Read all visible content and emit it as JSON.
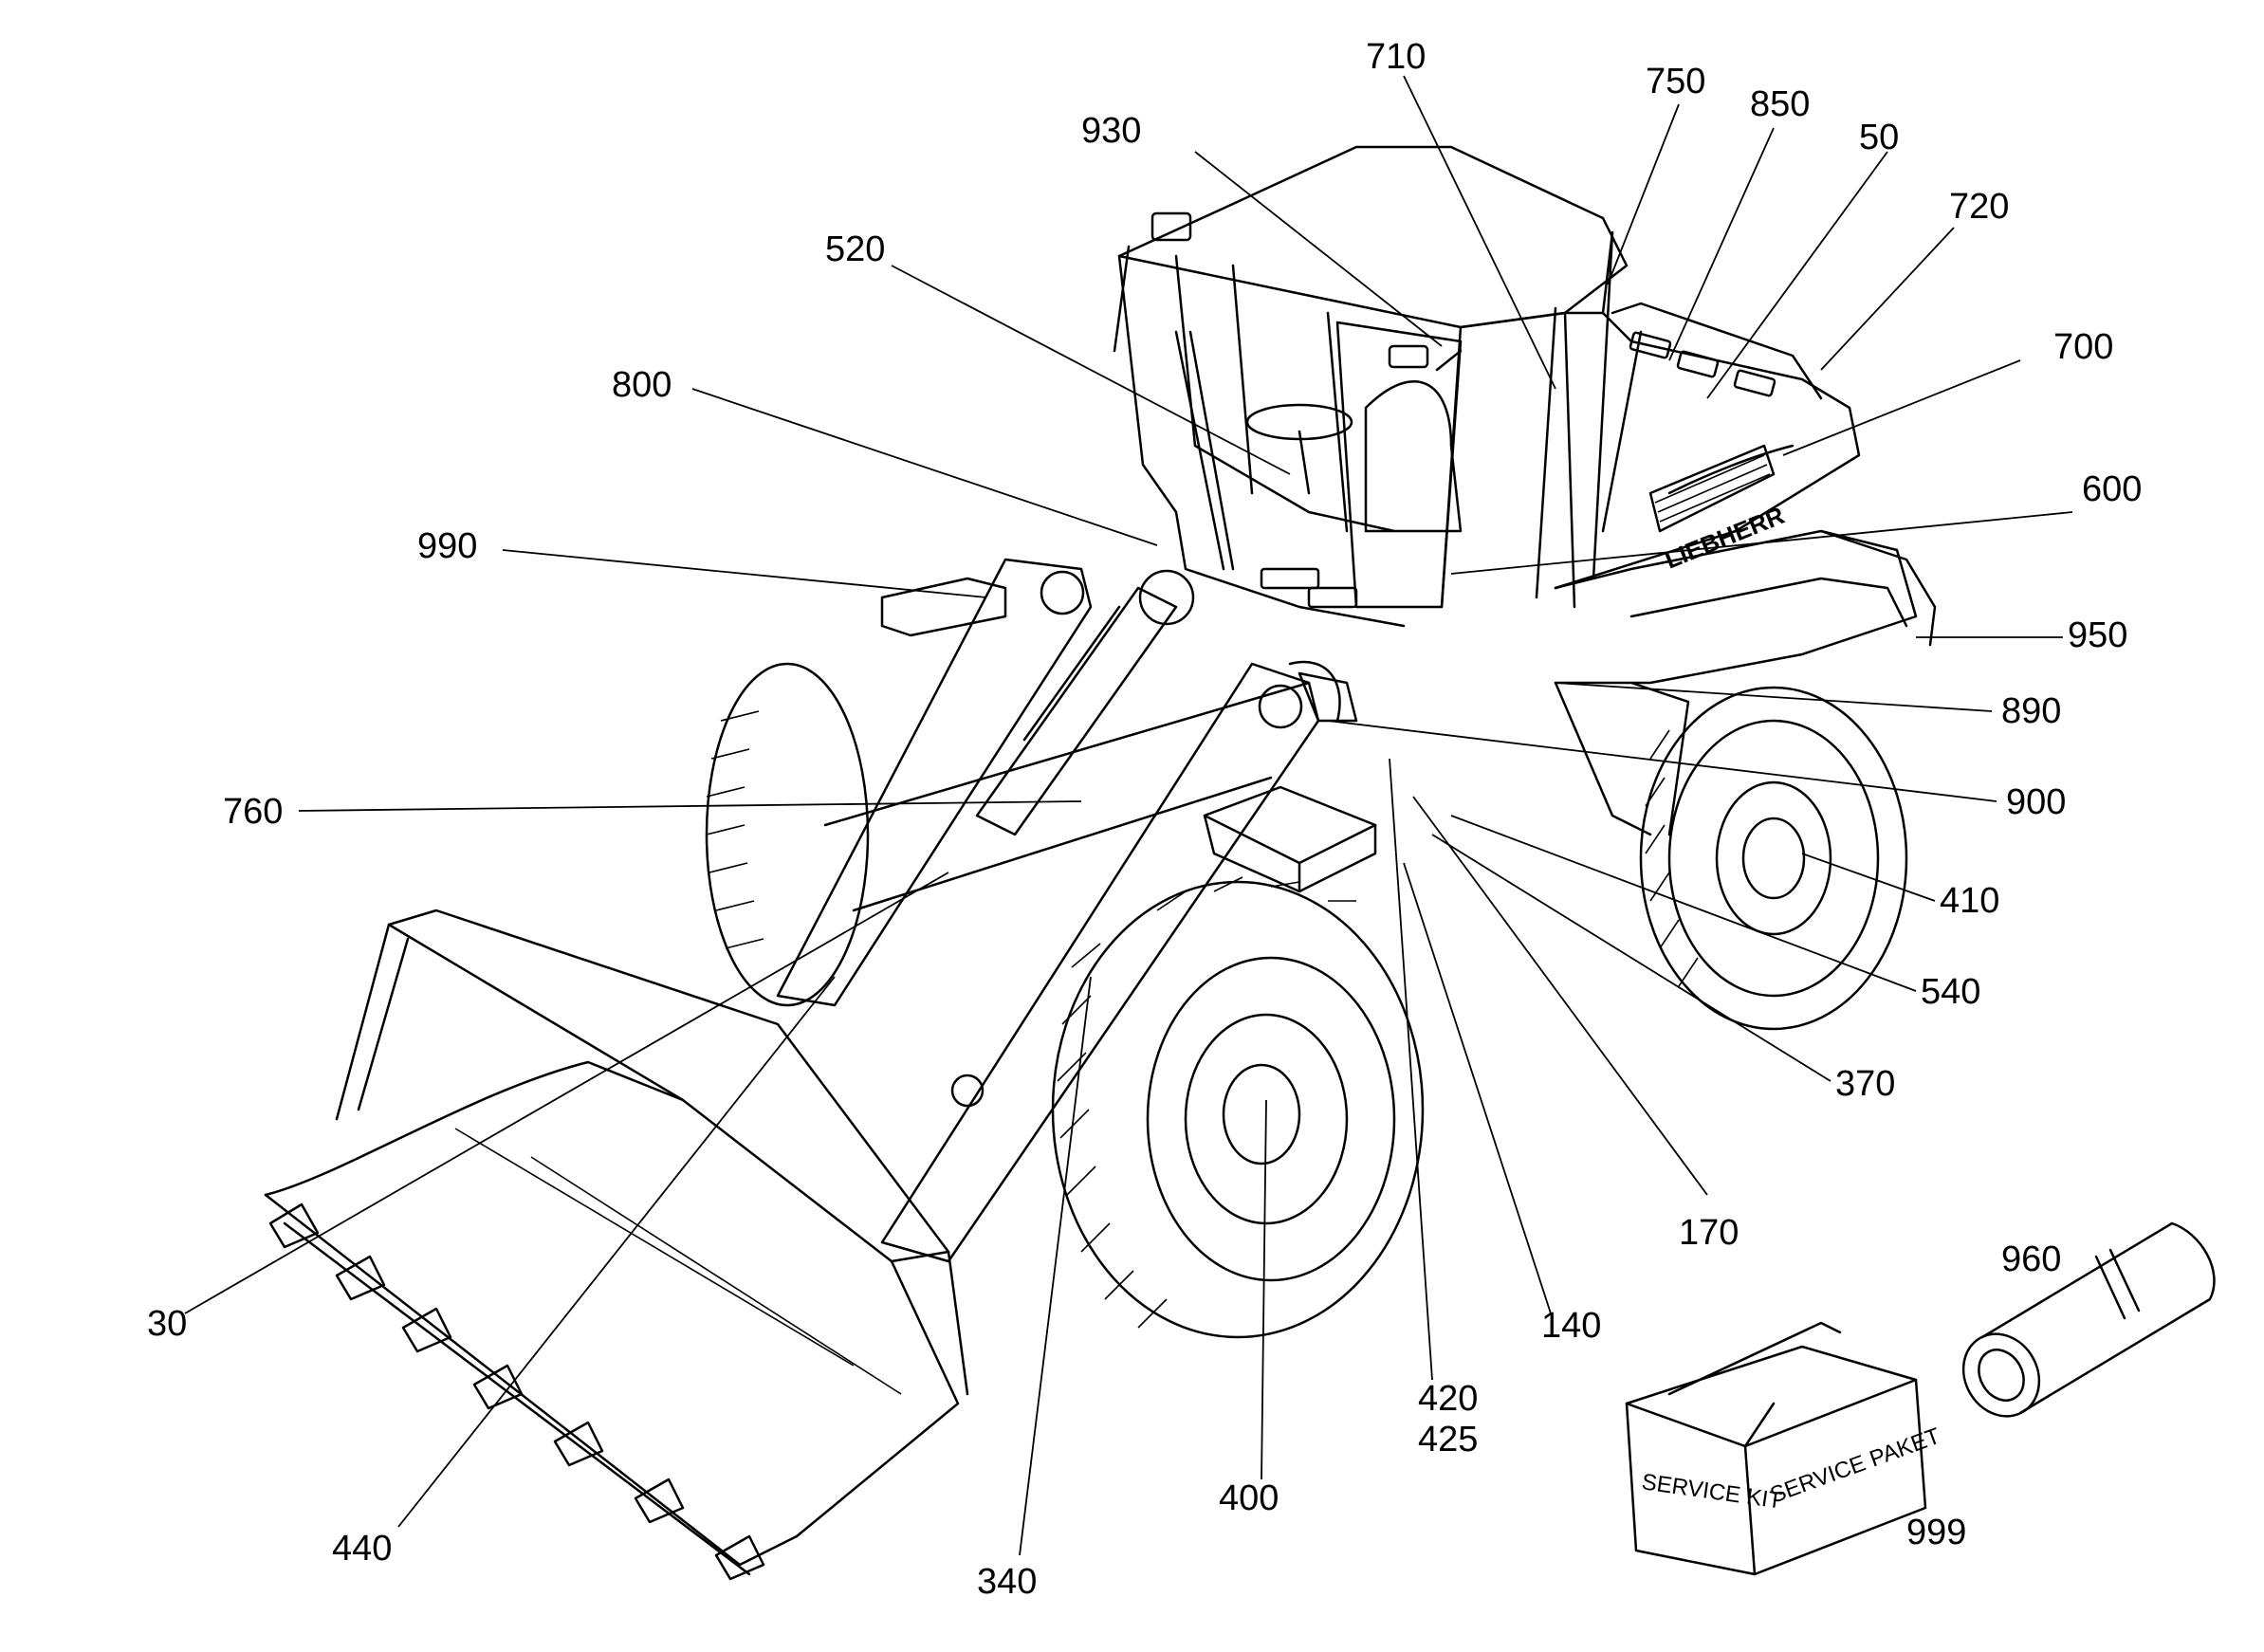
{
  "callouts": [
    {
      "id": "c710",
      "text": "710"
    },
    {
      "id": "c750",
      "text": "750"
    },
    {
      "id": "c850",
      "text": "850"
    },
    {
      "id": "c50",
      "text": "50"
    },
    {
      "id": "c720",
      "text": "720"
    },
    {
      "id": "c930",
      "text": "930"
    },
    {
      "id": "c520",
      "text": "520"
    },
    {
      "id": "c700",
      "text": "700"
    },
    {
      "id": "c800",
      "text": "800"
    },
    {
      "id": "c600",
      "text": "600"
    },
    {
      "id": "c990",
      "text": "990"
    },
    {
      "id": "c950",
      "text": "950"
    },
    {
      "id": "c890",
      "text": "890"
    },
    {
      "id": "c900",
      "text": "900"
    },
    {
      "id": "c760",
      "text": "760"
    },
    {
      "id": "c410",
      "text": "410"
    },
    {
      "id": "c540",
      "text": "540"
    },
    {
      "id": "c370",
      "text": "370"
    },
    {
      "id": "c170",
      "text": "170"
    },
    {
      "id": "c960",
      "text": "960"
    },
    {
      "id": "c30",
      "text": "30"
    },
    {
      "id": "c140",
      "text": "140"
    },
    {
      "id": "c420",
      "text": "420"
    },
    {
      "id": "c425",
      "text": "425"
    },
    {
      "id": "c400",
      "text": "400"
    },
    {
      "id": "c999",
      "text": "999"
    },
    {
      "id": "c440",
      "text": "440"
    },
    {
      "id": "c340",
      "text": "340"
    }
  ],
  "box": {
    "front_text": "SERVICE KIT",
    "side_text": "SERVICE PAKET"
  },
  "brand_text": "LIEBHERR"
}
